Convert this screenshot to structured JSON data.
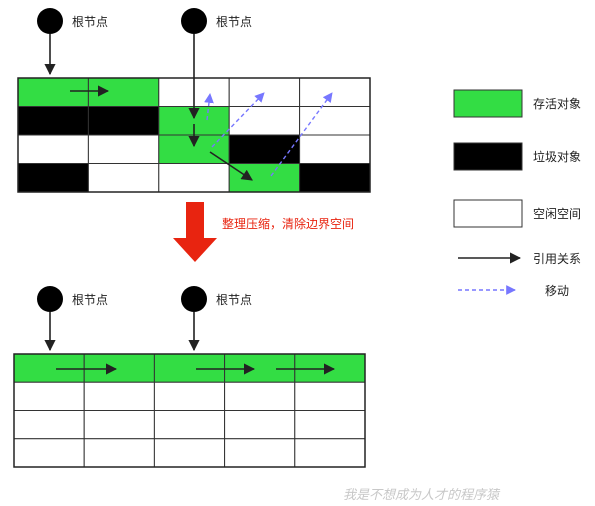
{
  "colors": {
    "live": "#33dd44",
    "garbage": "#000000",
    "free": "#ffffff",
    "reference": "#222222",
    "move": "#7777ff",
    "big_arrow": "#e82410",
    "caption": "#e82410"
  },
  "root_label": "根节点",
  "caption": "整理压缩，清除边界空间",
  "legend": {
    "live": "存活对象",
    "garbage": "垃圾对象",
    "free": "空闲空间",
    "reference": "引用关系",
    "move": "移动"
  },
  "watermark": "我是不想成为人才的程序猿",
  "before_grid": [
    [
      "live",
      "live",
      "free",
      "free",
      "free"
    ],
    [
      "garbage",
      "garbage",
      "live",
      "free",
      "free"
    ],
    [
      "free",
      "free",
      "live",
      "garbage",
      "free"
    ],
    [
      "garbage",
      "free",
      "free",
      "live",
      "garbage"
    ]
  ],
  "after_grid": [
    [
      "live",
      "live",
      "live",
      "live",
      "live"
    ],
    [
      "free",
      "free",
      "free",
      "free",
      "free"
    ],
    [
      "free",
      "free",
      "free",
      "free",
      "free"
    ],
    [
      "free",
      "free",
      "free",
      "free",
      "free"
    ]
  ]
}
